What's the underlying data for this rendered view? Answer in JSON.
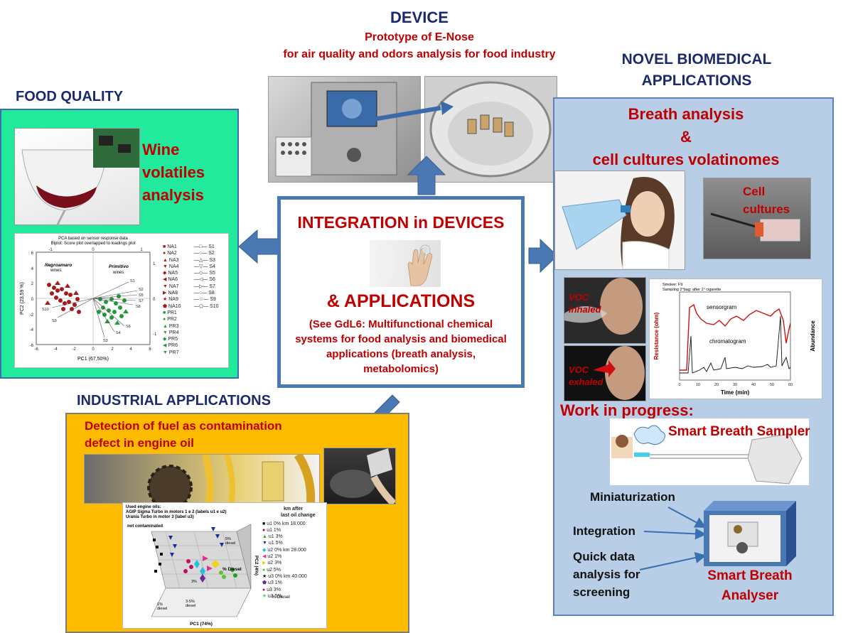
{
  "device": {
    "title": "DEVICE",
    "subtitle_line1": "Prototype of E-Nose",
    "subtitle_line2": "for air quality and odors analysis for food industry"
  },
  "food_quality": {
    "title": "FOOD QUALITY",
    "caption_line1": "Wine",
    "caption_line2": "volatiles",
    "caption_line3": "analysis",
    "pca_plot": {
      "title_line1": "PCA based on sensor response data",
      "title_line2": "Biplot: Score plot overlapped to loadings plot",
      "xlabel": "PC1 (67,50%)",
      "ylabel": "PC2 (23,59 %)",
      "label_negroamaro": "Negroamaro",
      "label_primitivo": "Primitivo",
      "label_wines": "wines",
      "x_ticks": [
        "-6",
        "-4",
        "-2",
        "0",
        "2",
        "4",
        "6"
      ],
      "y_ticks": [
        "6",
        "4",
        "2",
        "0",
        "-2",
        "-4",
        "-6"
      ],
      "top_ticks": [
        "-1",
        "0",
        "1"
      ],
      "right_ticks": [
        "1",
        "0",
        "-1"
      ],
      "loading_labels": [
        "S1",
        "S2",
        "S5",
        "S7",
        "S8",
        "S6",
        "S4",
        "S3",
        "S10",
        "S9"
      ],
      "legend_samples": [
        "NA1",
        "NA2",
        "NA3",
        "NA4",
        "NA5",
        "NA6",
        "NA7",
        "NA8",
        "NA9",
        "NA10",
        "PR1",
        "PR2",
        "PR3",
        "PR4",
        "PR5",
        "PR6",
        "PR7"
      ],
      "legend_sensors": [
        "S1",
        "S2",
        "S3",
        "S4",
        "S5",
        "S6",
        "S7",
        "S8",
        "S9",
        "S10"
      ]
    }
  },
  "center": {
    "title": "INTEGRATION in DEVICES",
    "applications": "& APPLICATIONS",
    "note": "(See GdL6: Multifunctional chemical systems for food analysis and biomedical applications (breath analysis, metabolomics)"
  },
  "biomedical": {
    "title_line1": "NOVEL BIOMEDICAL",
    "title_line2": "APPLICATIONS",
    "heading_line1": "Breath analysis",
    "heading_line2": "&",
    "heading_line3": "cell cultures volatinomes",
    "cell_cultures_line1": "Cell",
    "cell_cultures_line2": "cultures",
    "voc_inhaled": "VOC inhaled",
    "voc_exhaled": "VOC exhaled",
    "sensorgram": {
      "smoker": "Smoker: F9",
      "sampling": "Sampling 2°bag: after 1° cigarette",
      "label_sensorgram": "sensorgram",
      "label_chromatogram": "chromatogram",
      "xlabel": "Time (min)",
      "ylabel_left": "Resistance (ohm)",
      "ylabel_right": "Abundance",
      "x_ticks": [
        "0",
        "10",
        "20",
        "30",
        "40",
        "50",
        "60"
      ]
    },
    "work_in_progress": "Work in progress:",
    "smart_sampler": "Smart Breath Sampler",
    "miniaturization": "Miniaturization",
    "integration": "Integration",
    "quick_line1": "Quick data",
    "quick_line2": "analysis for",
    "quick_line3": "screening",
    "analyser_line1": "Smart Breath",
    "analyser_line2": "Analyser"
  },
  "industrial": {
    "title": "INDUSTRIAL APPLICATIONS",
    "subtitle_line1": "Detection of fuel as contamination",
    "subtitle_line2": "defect in engine oil",
    "plot": {
      "header_line1": "Used engine oils:",
      "header_line2": "AGIP Sigma Turbo in motors 1 e 2 (labels u1 e u2)",
      "header_line3": "Urania Turbo in motor 3 (label u3)",
      "legend_head_line1": "km after",
      "legend_head_line2": "last oil change",
      "legend": [
        "u1 0%  km 18.000",
        "u1 1%",
        "u1 3%",
        "u1 5%",
        "u2 0%  km 28.000",
        "u2 1%",
        "u2 3%",
        "u2 5%",
        "u3 0%  km 40.000",
        "u3 1%",
        "u3 3%",
        "u3 5%"
      ],
      "not_contaminated": "not contaminated",
      "xlabel": "PC1 (74%)",
      "ylabel": "PC2 (4%)",
      "zlabel": "% Diesel",
      "diesel_5": "5%\ndiesel",
      "diesel_3": "3%",
      "diesel_1": "1%\ndiesel",
      "diesel_35": "3-5%\ndiesel",
      "diesel_pct": "% Diesel"
    }
  },
  "colors": {
    "navy": "#1b2a6b",
    "red": "#c00000",
    "green_panel": "#22ea9c",
    "blue_panel": "#b8cde6",
    "yellow_panel": "#fdbc00",
    "arrow_blue": "#4a78b3"
  }
}
